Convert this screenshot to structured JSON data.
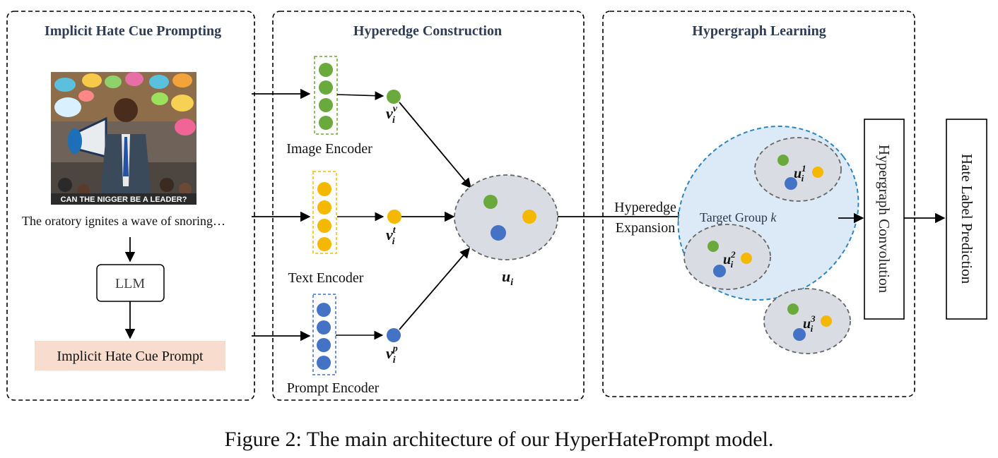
{
  "panels": {
    "prompting": {
      "title": "Implicit Hate Cue Prompting"
    },
    "construction": {
      "title": "Hyperedge Construction"
    },
    "learning": {
      "title": "Hypergraph Learning"
    }
  },
  "meme": {
    "caption": "CAN THE NIGGER BE A LEADER?"
  },
  "text_input": "The oratory ignites a wave of snoring…",
  "llm_label": "LLM",
  "prompt_output_label": "Implicit Hate Cue Prompt",
  "encoders": {
    "image": "Image Encoder",
    "text": "Text Encoder",
    "prompt": "Prompt Encoder"
  },
  "nodes": {
    "v_base": "v",
    "image_sup": "v",
    "text_sup": "t",
    "prompt_sup": "p",
    "sub": "i",
    "u_base": "u",
    "u1_sup": "1",
    "u2_sup": "2",
    "u3_sup": "3"
  },
  "expansion_line1": "Hyperedge",
  "expansion_line2": "Expansion",
  "target_group": "Target Group",
  "target_group_k": "k",
  "convolution_label": "Hypergraph Convolution",
  "prediction_label": "Hate Label Prediction",
  "figure_caption": "Figure 2: The main architecture of our HyperHatePrompt model.",
  "colors": {
    "green": "#6aaa3c",
    "yellow": "#f5b800",
    "blue": "#4472c4",
    "prompt_fill": "#f8dccd",
    "node_ellipse": "#d9dde3",
    "target_group_fill": "#dce9f7",
    "target_group_stroke": "#2e86c1"
  }
}
